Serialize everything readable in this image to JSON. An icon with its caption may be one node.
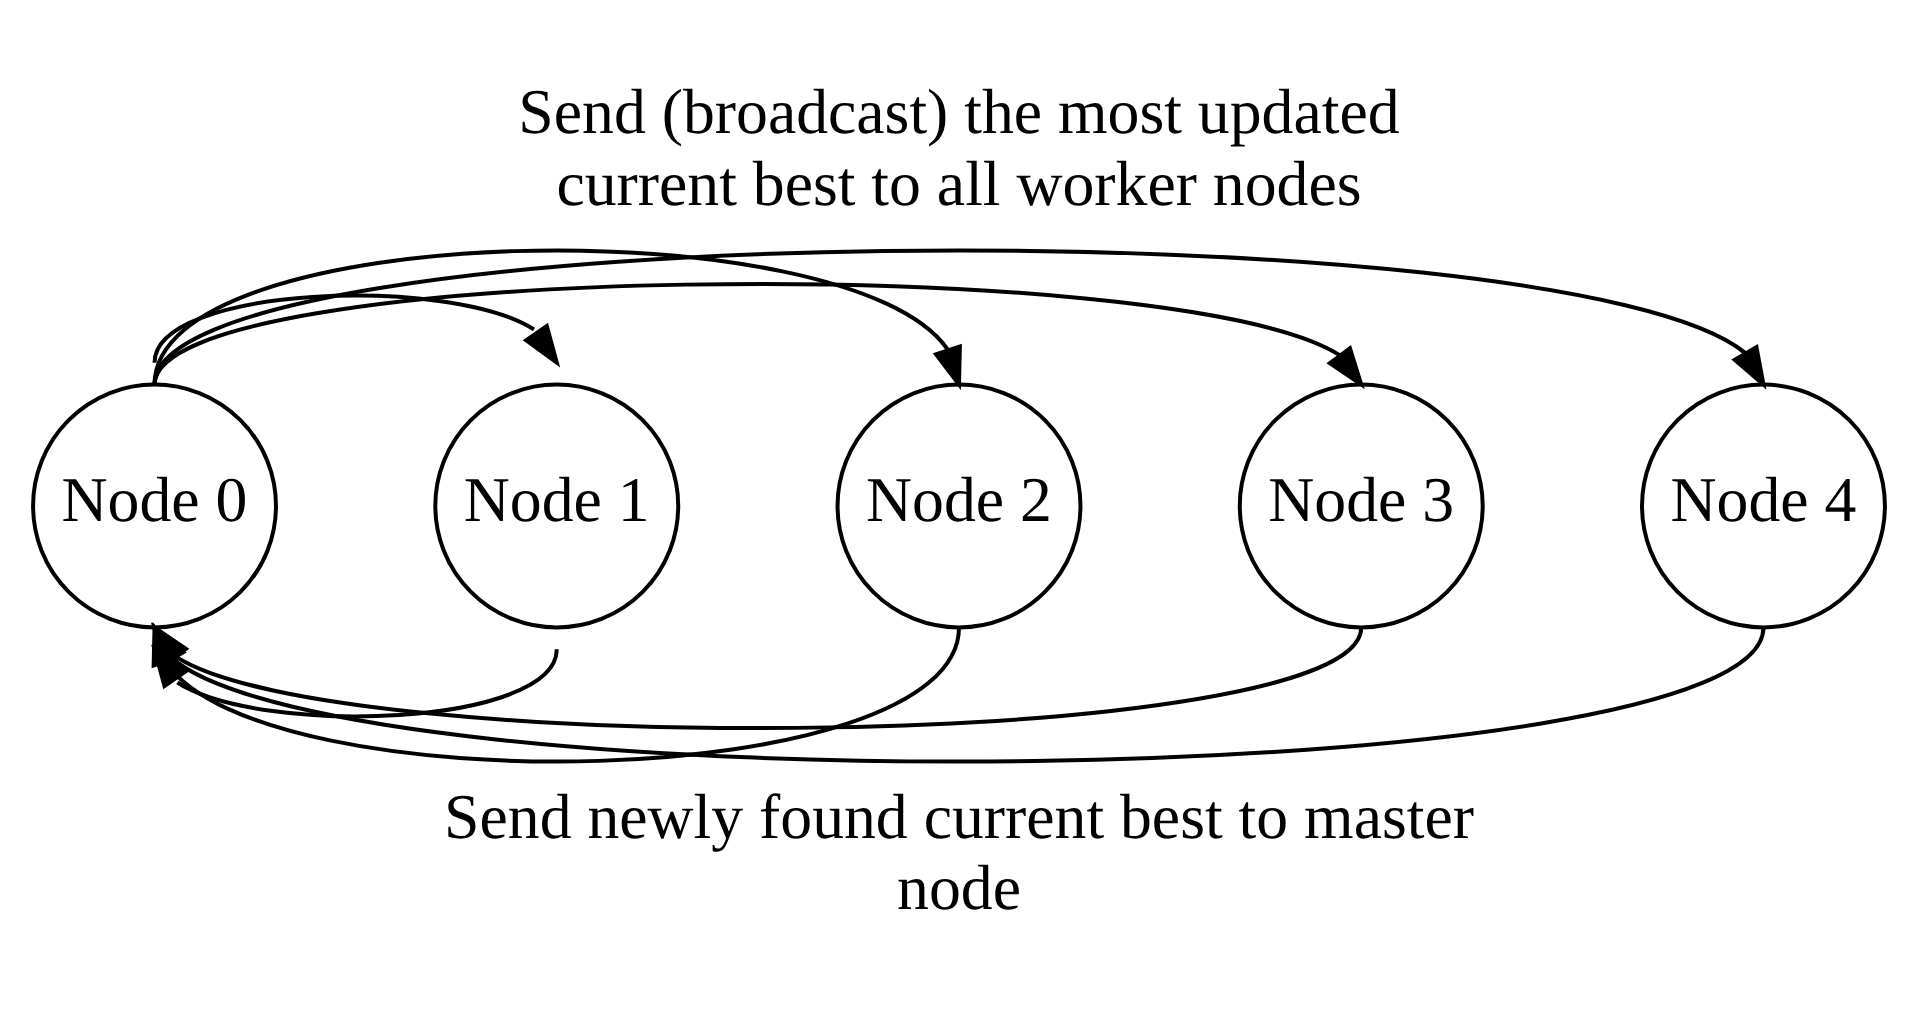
{
  "diagram": {
    "nodes": [
      {
        "text": [
          "Node 0"
        ]
      },
      {
        "text": [
          "Node 1"
        ]
      },
      {
        "text": [
          "Node 2"
        ]
      },
      {
        "text": [
          "Node 3"
        ]
      },
      {
        "text": [
          "Node 4"
        ]
      }
    ],
    "edges": [
      {
        "from": 0,
        "to": 1,
        "arrow": "to"
      },
      {
        "from": 0,
        "to": 2,
        "arrow": "to"
      },
      {
        "from": 0,
        "to": 3,
        "arrow": "to"
      },
      {
        "from": 0,
        "to": 4,
        "arrow": "to"
      },
      {
        "from": 1,
        "to": 0,
        "arrow": "to"
      },
      {
        "from": 2,
        "to": 0,
        "arrow": "to"
      },
      {
        "from": 3,
        "to": 0,
        "arrow": "to"
      },
      {
        "from": 4,
        "to": 0,
        "arrow": "to"
      }
    ],
    "labels": [
      "Send (broadcast) the most updated current best to all worker nodes",
      "Send newly found current best to master node"
    ]
  }
}
